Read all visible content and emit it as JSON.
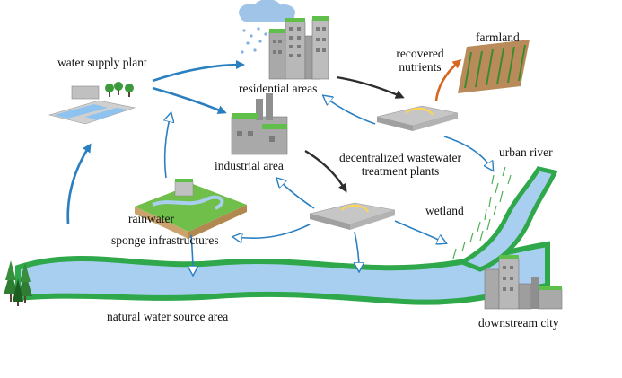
{
  "labels": {
    "water_supply_plant": "water supply plant",
    "residential_areas": "residential areas",
    "recovered_nutrients_line1": "recovered",
    "recovered_nutrients_line2": "nutrients",
    "farmland": "farmland",
    "industrial_area": "industrial area",
    "dwtp_line1": "decentralized wastewater",
    "dwtp_line2": "treatment plants",
    "urban_river": "urban river",
    "wetland": "wetland",
    "rainwater": "rainwater",
    "sponge_infrastructures": "sponge infrastructures",
    "natural_water_source_area": "natural water source area",
    "downstream_city": "downstream city"
  },
  "colors": {
    "water": "#a9cff0",
    "river_bank": "#2ea84a",
    "arrow_blue": "#2a7fc1",
    "arrow_dark": "#2d2d2d",
    "arrow_orange": "#d9661f",
    "building_gray": "#a9a9a9",
    "roof_green": "#5fbf4a",
    "plant_gray": "#c6c6c6"
  },
  "icons": [
    "rain-cloud-icon",
    "tree-icon",
    "building-icon",
    "treatment-plant-icon",
    "farmland-icon"
  ]
}
